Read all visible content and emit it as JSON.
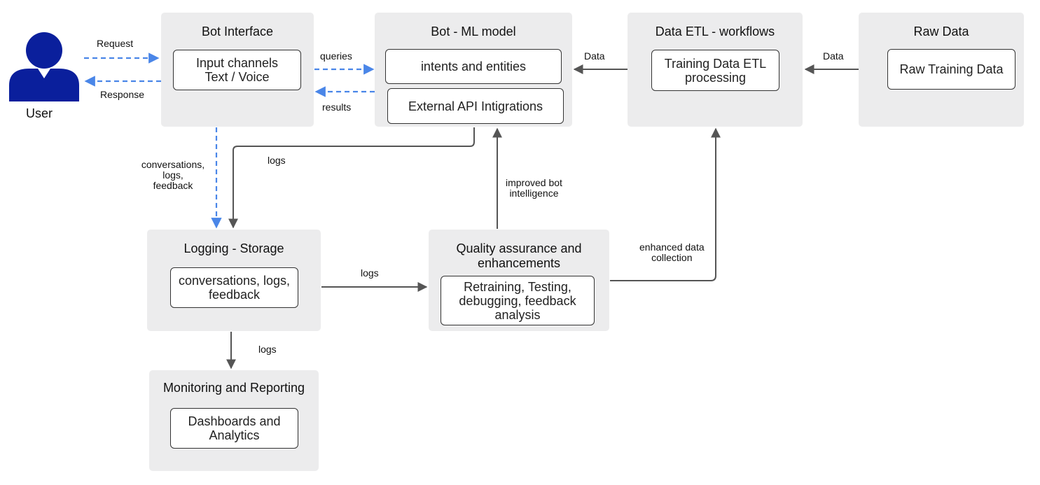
{
  "user": {
    "label": "User"
  },
  "groups": {
    "bot_interface": {
      "title": "Bot Interface",
      "inner": "Input channels\nText / Voice"
    },
    "bot_ml_model": {
      "title": "Bot - ML model",
      "inner_1": "intents and entities",
      "inner_2": "External API Intigrations"
    },
    "data_etl": {
      "title": "Data ETL - workflows",
      "inner": "Training Data ETL\nprocessing"
    },
    "raw_data": {
      "title": "Raw Data",
      "inner": "Raw Training Data"
    },
    "logging_storage": {
      "title": "Logging - Storage",
      "inner": "conversations, logs,\nfeedback"
    },
    "quality_assurance": {
      "title": "Quality assurance and\nenhancements",
      "inner": "Retraining, Testing,\ndebugging, feedback\nanalysis"
    },
    "monitoring": {
      "title": "Monitoring and Reporting",
      "inner": "Dashboards and\nAnalytics"
    }
  },
  "edge_labels": {
    "request": "Request",
    "response": "Response",
    "queries": "queries",
    "results": "results",
    "data_etl_to_model": "Data",
    "data_raw_to_etl": "Data",
    "conversations_logs_feedback": "conversations,\nlogs,\nfeedback",
    "logs_model_to_storage": "logs",
    "improved_bot_intelligence": "improved bot\nintelligence",
    "enhanced_data_collection": "enhanced data\ncollection",
    "logs_storage_to_qa": "logs",
    "logs_storage_to_monitoring": "logs"
  },
  "colors": {
    "group_fill": "#ececed",
    "solid_edge": "#555555",
    "dashed_edge": "#4a86e8",
    "user_icon": "#0a1f9c"
  }
}
